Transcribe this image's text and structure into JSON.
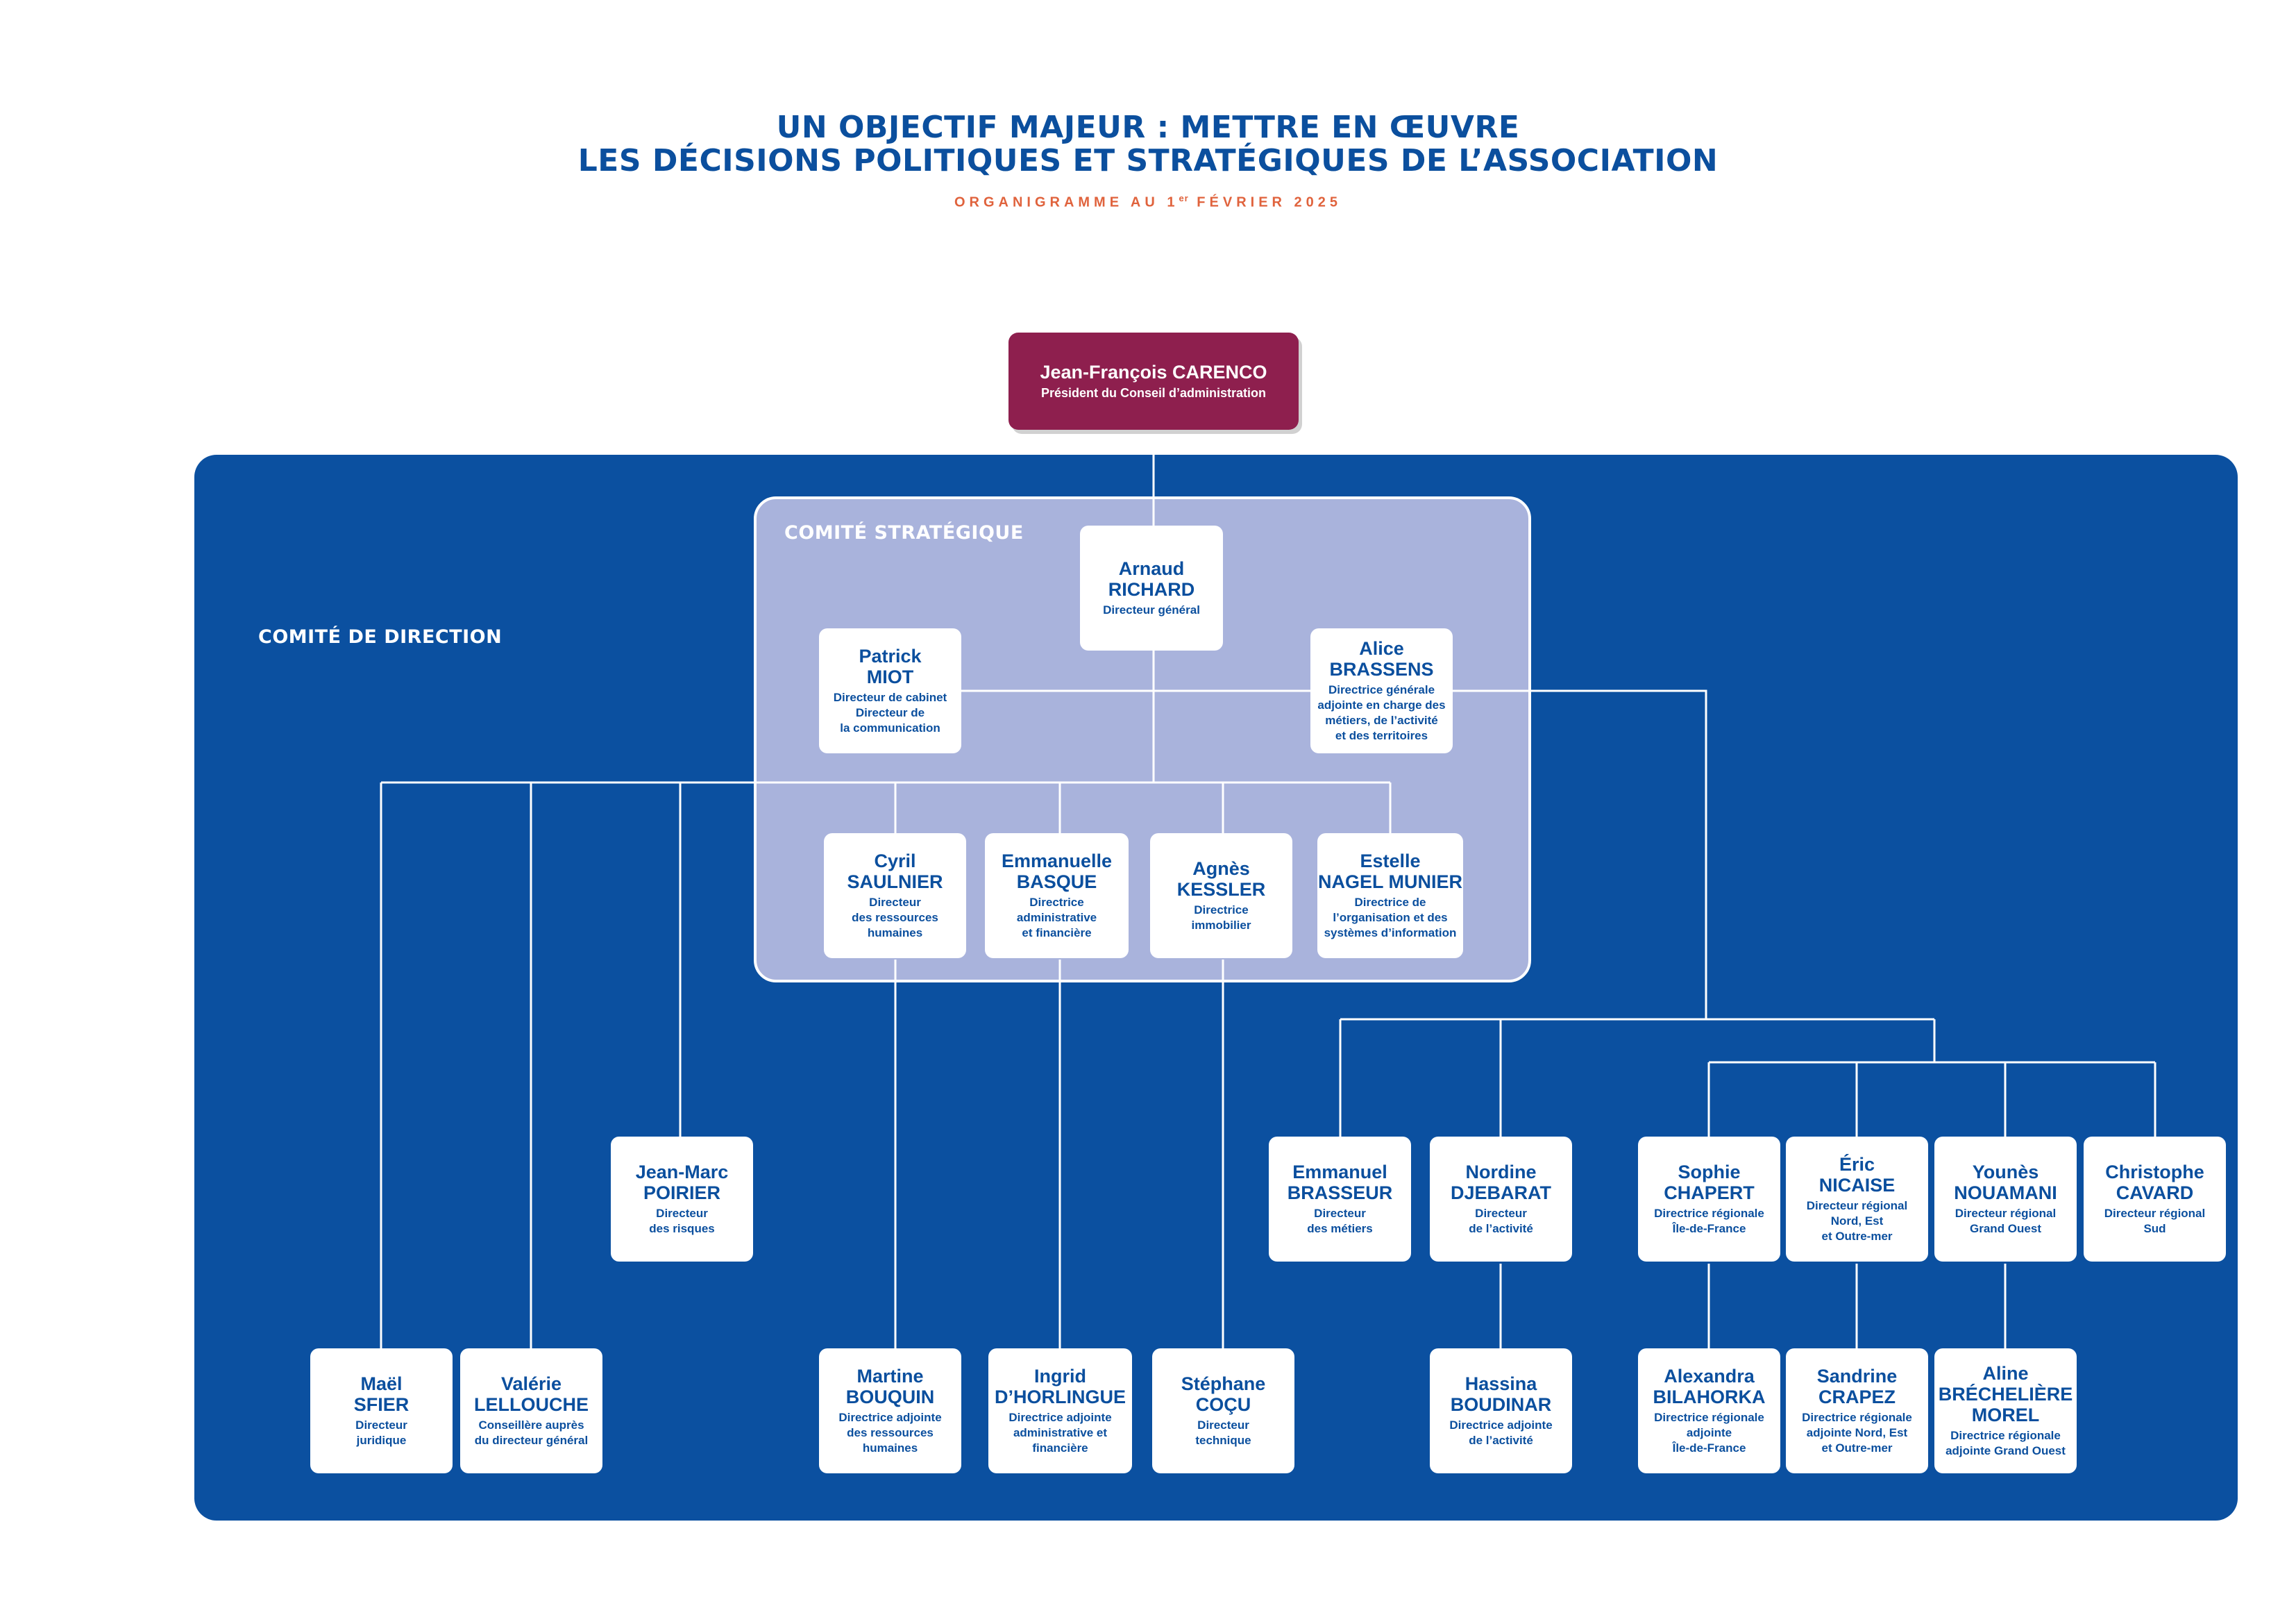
{
  "header": {
    "title_line_1": "UN OBJECTIF MAJEUR : METTRE EN ŒUVRE",
    "title_line_2": "LES DÉCISIONS POLITIQUES ET STRATÉGIQUES DE L’ASSOCIATION",
    "subtitle_prefix": "ORGANIGRAMME AU 1",
    "subtitle_sup": "er",
    "subtitle_suffix": " FÉVRIER 2025"
  },
  "panels": {
    "strategic": "COMITÉ STRATÉGIQUE",
    "direction": "COMITÉ DE DIRECTION"
  },
  "colors": {
    "president": "#8e1f4e",
    "direction_panel": "#0b50a0",
    "strategic_panel": "#a9b3dc",
    "title": "#0b4f9e",
    "subtitle": "#e0633d",
    "lines": "#ffffff"
  },
  "people": {
    "carenco": {
      "first": "Jean-François CARENCO",
      "last": "",
      "role": "Président du Conseil d’administration"
    },
    "richard": {
      "first": "Arnaud",
      "last": "RICHARD",
      "role": "Directeur général"
    },
    "miot": {
      "first": "Patrick",
      "last": "MIOT",
      "role": "Directeur de cabinet\nDirecteur de\nla communication"
    },
    "brassens": {
      "first": "Alice",
      "last": "BRASSENS",
      "role": "Directrice générale\nadjointe en charge des\nmétiers, de l’activité\net des territoires"
    },
    "saulnier": {
      "first": "Cyril",
      "last": "SAULNIER",
      "role": "Directeur\ndes ressources\nhumaines"
    },
    "basque": {
      "first": "Emmanuelle",
      "last": "BASQUE",
      "role": "Directrice\nadministrative\net financière"
    },
    "kessler": {
      "first": "Agnès",
      "last": "KESSLER",
      "role": "Directrice\nimmobilier"
    },
    "nagel": {
      "first": "Estelle",
      "last": "NAGEL MUNIER",
      "role": "Directrice de\nl’organisation et des\nsystèmes d’information"
    },
    "poirier": {
      "first": "Jean-Marc",
      "last": "POIRIER",
      "role": "Directeur\ndes risques"
    },
    "sfier": {
      "first": "Maël",
      "last": "SFIER",
      "role": "Directeur\njuridique"
    },
    "lellouche": {
      "first": "Valérie",
      "last": "LELLOUCHE",
      "role": "Conseillère auprès\ndu directeur général"
    },
    "bouquin": {
      "first": "Martine",
      "last": "BOUQUIN",
      "role": "Directrice adjointe\ndes ressources\nhumaines"
    },
    "dhorlingue": {
      "first": "Ingrid",
      "last": "D’HORLINGUE",
      "role": "Directrice adjointe\nadministrative et\nfinancière"
    },
    "cocu": {
      "first": "Stéphane",
      "last": "COÇU",
      "role": "Directeur\ntechnique"
    },
    "brasseur": {
      "first": "Emmanuel",
      "last": "BRASSEUR",
      "role": "Directeur\ndes métiers"
    },
    "djebarat": {
      "first": "Nordine",
      "last": "DJEBARAT",
      "role": "Directeur\nde l’activité"
    },
    "boudinar": {
      "first": "Hassina",
      "last": "BOUDINAR",
      "role": "Directrice adjointe\nde l’activité"
    },
    "chapert": {
      "first": "Sophie",
      "last": "CHAPERT",
      "role": "Directrice régionale\nÎle-de-France"
    },
    "nicaise": {
      "first": "Éric",
      "last": "NICAISE",
      "role": "Directeur régional\nNord, Est\net Outre-mer"
    },
    "nouamani": {
      "first": "Younès",
      "last": "NOUAMANI",
      "role": "Directeur régional\nGrand Ouest"
    },
    "cavard": {
      "first": "Christophe",
      "last": "CAVARD",
      "role": "Directeur régional\nSud"
    },
    "bilahorka": {
      "first": "Alexandra",
      "last": "BILAHORKA",
      "role": "Directrice régionale\nadjointe\nÎle-de-France"
    },
    "crapez": {
      "first": "Sandrine",
      "last": "CRAPEZ",
      "role": "Directrice régionale\nadjointe Nord, Est\net Outre-mer"
    },
    "brecheliere": {
      "first": "Aline",
      "last": "BRÉCHELIÈRE\nMOREL",
      "role": "Directrice régionale\nadjointe Grand Ouest"
    }
  }
}
